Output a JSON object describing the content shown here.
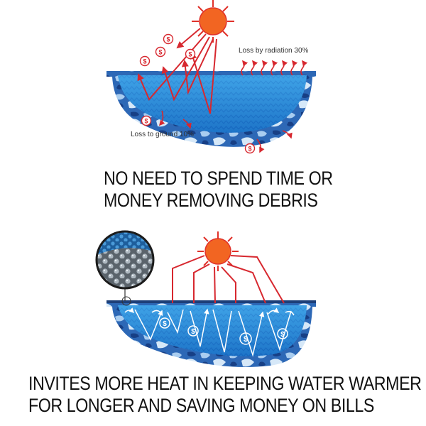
{
  "top_panel": {
    "annotation_radiation": "Loss by radiation 30%",
    "annotation_ground": "Loss to ground 10%"
  },
  "captions": {
    "top_line1": "NO NEED TO SPEND TIME OR",
    "top_line2": "MONEY REMOVING DEBRIS",
    "bottom_line1": "INVITES MORE HEAT IN KEEPING WATER WARMER",
    "bottom_line2": "FOR LONGER AND SAVING MONEY ON BILLS"
  },
  "colors": {
    "sun": "#f26522",
    "sun_ray": "#e0312a",
    "arrow": "#d7282f",
    "water_dark": "#1a6fc9",
    "water_light": "#3aa6ea",
    "camo_dark": "#1f4f9c",
    "camo_light": "#9fc6ee",
    "cover_bubbles": "#8f9aa3",
    "cover_blue": "#2a7bbf"
  },
  "icons": {
    "sun": "sun-icon",
    "money": "dollar-coin-icon",
    "heat_wave": "heat-wave-icon",
    "magnifier": "magnifier-circle-icon"
  }
}
